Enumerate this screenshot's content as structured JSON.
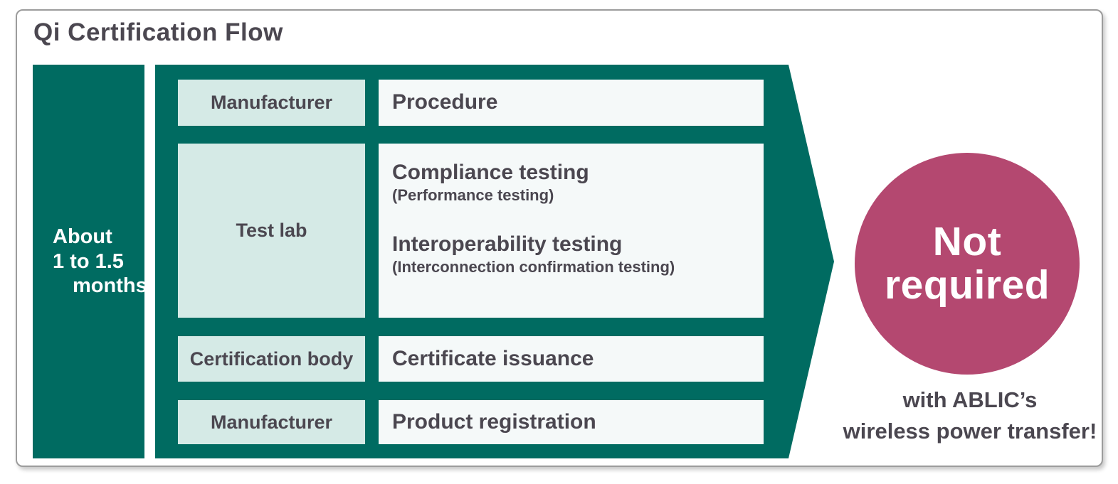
{
  "title": "Qi Certification Flow",
  "duration": {
    "line1": "About",
    "line2": "1 to 1.5",
    "line3": "months"
  },
  "flow": {
    "rows": [
      {
        "actor": "Manufacturer",
        "steps": [
          {
            "name": "Procedure",
            "detail": ""
          }
        ]
      },
      {
        "actor": "Test lab",
        "steps": [
          {
            "name": "Compliance testing",
            "detail": "(Performance testing)"
          },
          {
            "name": "Interoperability testing",
            "detail": "(Interconnection confirmation testing)"
          }
        ]
      },
      {
        "actor": "Certification body",
        "steps": [
          {
            "name": "Certificate issuance",
            "detail": ""
          }
        ]
      },
      {
        "actor": "Manufacturer",
        "steps": [
          {
            "name": "Product registration",
            "detail": ""
          }
        ]
      }
    ]
  },
  "badge": {
    "line1": "Not",
    "line2": "required"
  },
  "caption": {
    "line1": "with ABLIC’s",
    "line2": "wireless power transfer!"
  },
  "colors": {
    "teal": "#006b61",
    "mint": "#d5eae6",
    "panel": "#f5f9f9",
    "magenta": "#b44870",
    "text": "#4b4750",
    "white": "#ffffff"
  }
}
